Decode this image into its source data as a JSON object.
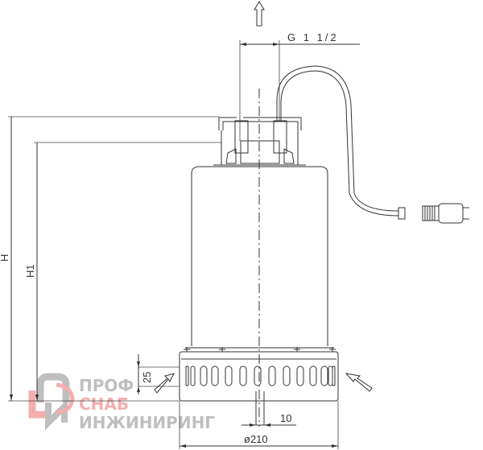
{
  "drawing": {
    "thread_label": "G 1 1/2",
    "height_label": "H",
    "height1_label": "H1",
    "inlet_height_label": "25",
    "offset_label": "10",
    "diameter_label": "ø210"
  },
  "watermark": {
    "line1": "ПРОФ",
    "line2": "СНАБ",
    "line3": "ИНЖИНИРИНГ"
  },
  "colors": {
    "line": "#333333",
    "watermark_gray": "#b5b5b5",
    "watermark_red": "#f2a0a0"
  }
}
